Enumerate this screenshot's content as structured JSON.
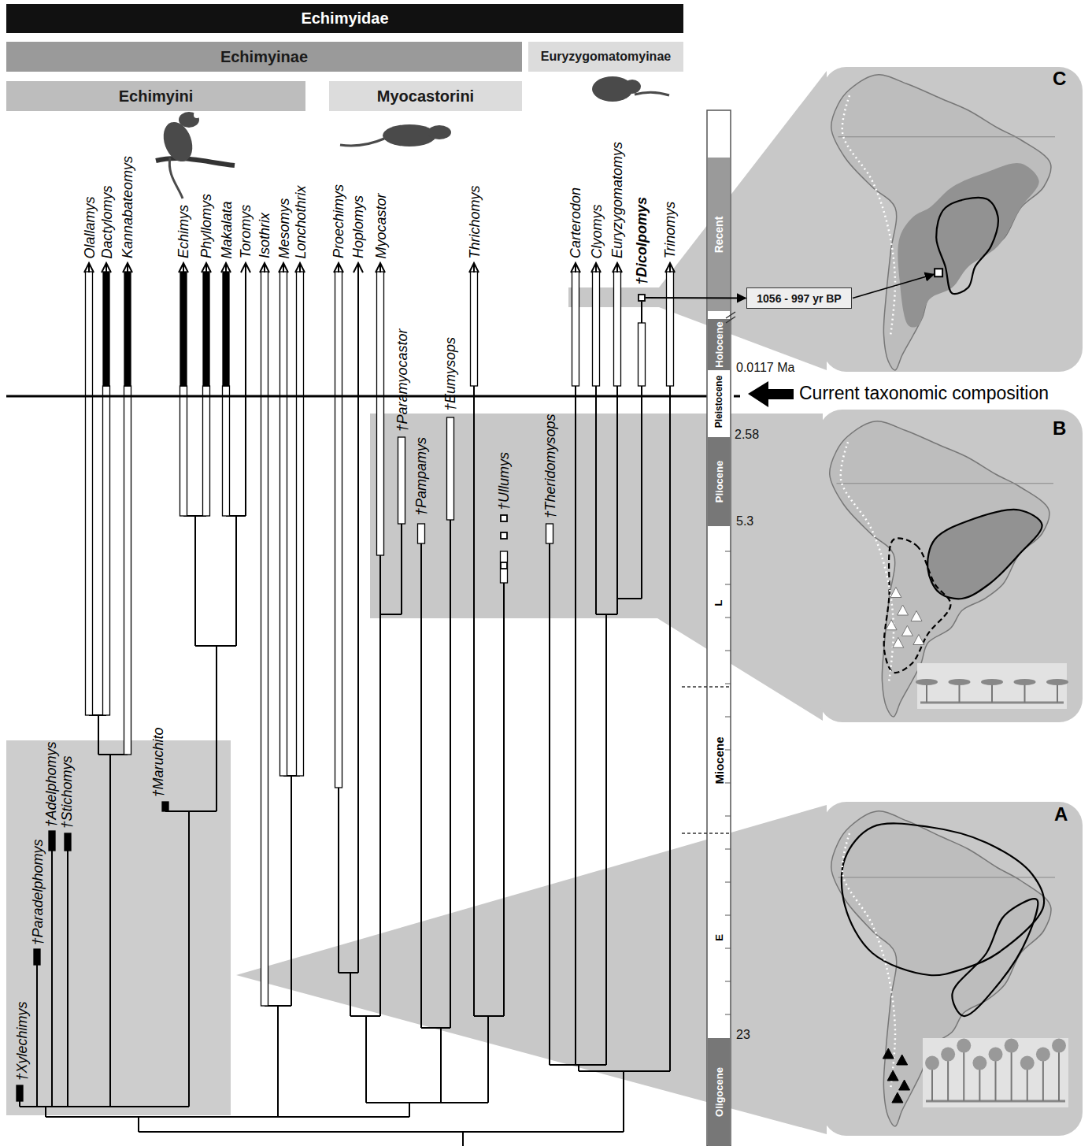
{
  "diagram": {
    "nodes": [
      {
        "text": [
          "Echimyidae"
        ]
      },
      {
        "text": [
          "Echimyinae"
        ]
      },
      {
        "text": [
          "Euryzygomatomyinae"
        ]
      },
      {
        "text": [
          "Echimyini"
        ]
      },
      {
        "text": [
          "Myocastorini"
        ]
      },
      {
        "text": [
          "1056 - 997 yr BP"
        ]
      }
    ],
    "labels": [
      "Olallamys",
      "Dactylomys",
      "Kannabateomys",
      "Echimys",
      "Phyllomys",
      "Makalata",
      "Toromys",
      "Isothrix",
      "Mesomys",
      "Lonchothrix",
      "Proechimys",
      "Hoplomys",
      "Myocastor",
      "Thrichomys",
      "Carterodon",
      "Clyomys",
      "Euryzygomatomys",
      "†Dicolpomys",
      "Trinomys",
      "Current taxonomic composition",
      "†Paramyocastor",
      "†Pampamys",
      "†Eumysops",
      "†Ullumys",
      "†Theridomysops",
      "†Maruchito",
      "†Paradelphomys",
      "†Adelphomys",
      "†Stichomys",
      "†Xylechimys",
      "Recent",
      "Holocene",
      "Pleistocene",
      "Pliocene",
      "L",
      "Miocene",
      "E",
      "Oligocene",
      "0.0117 Ma",
      "2.58",
      "5.3",
      "23",
      "C",
      "B",
      "A"
    ]
  }
}
